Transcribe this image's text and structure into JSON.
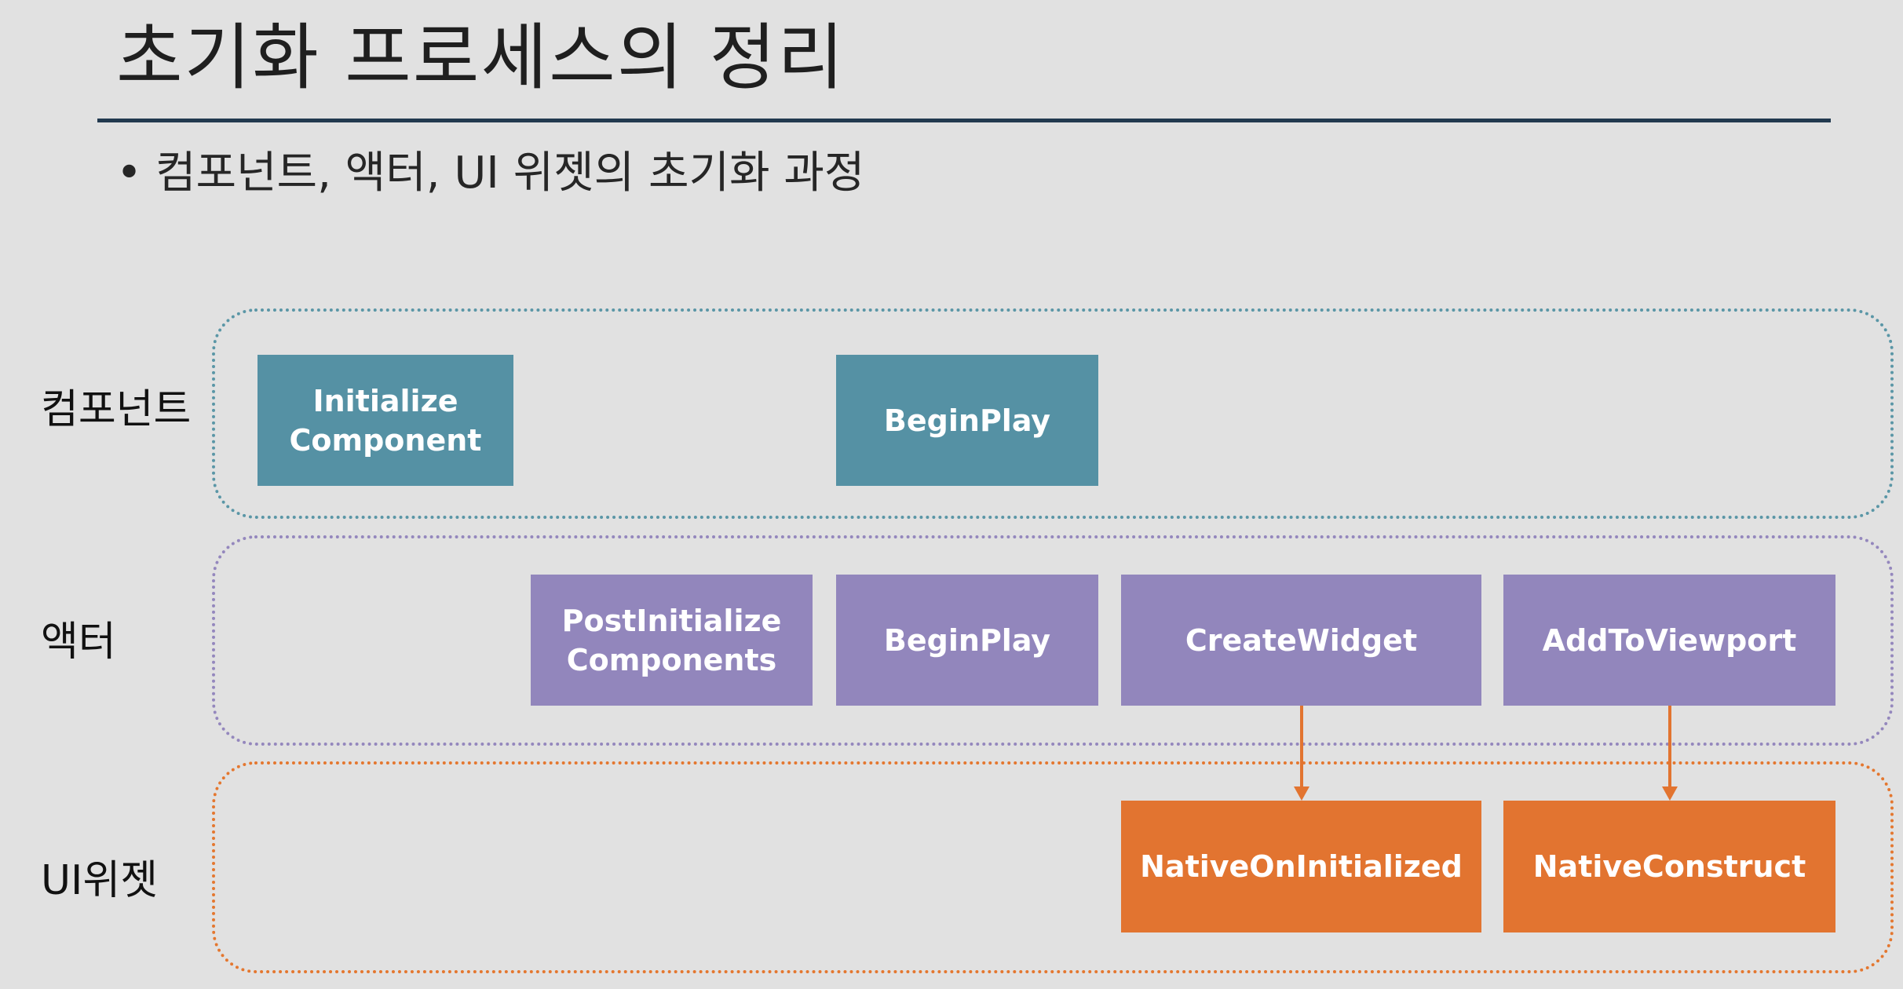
{
  "slide": {
    "title": "초기화 프로세스의 정리",
    "bullet": "컴포넌트, 액터, UI 위젯의 초기화 과정"
  },
  "rows": {
    "component_label": "컴포넌트",
    "actor_label": "액터",
    "widget_label": "UI위젯"
  },
  "boxes": {
    "initialize_component": [
      "Initialize",
      "Component"
    ],
    "component_begin_play": "BeginPlay",
    "post_initialize_components": [
      "PostInitialize",
      "Components"
    ],
    "actor_begin_play": "BeginPlay",
    "create_widget": "CreateWidget",
    "add_to_viewport": "AddToViewport",
    "native_on_initialized": "NativeOnInitialized",
    "native_construct": "NativeConstruct"
  },
  "colors": {
    "component": "#5591a4",
    "actor": "#9286bc",
    "widget": "#e27430",
    "arrow": "#e27430"
  }
}
